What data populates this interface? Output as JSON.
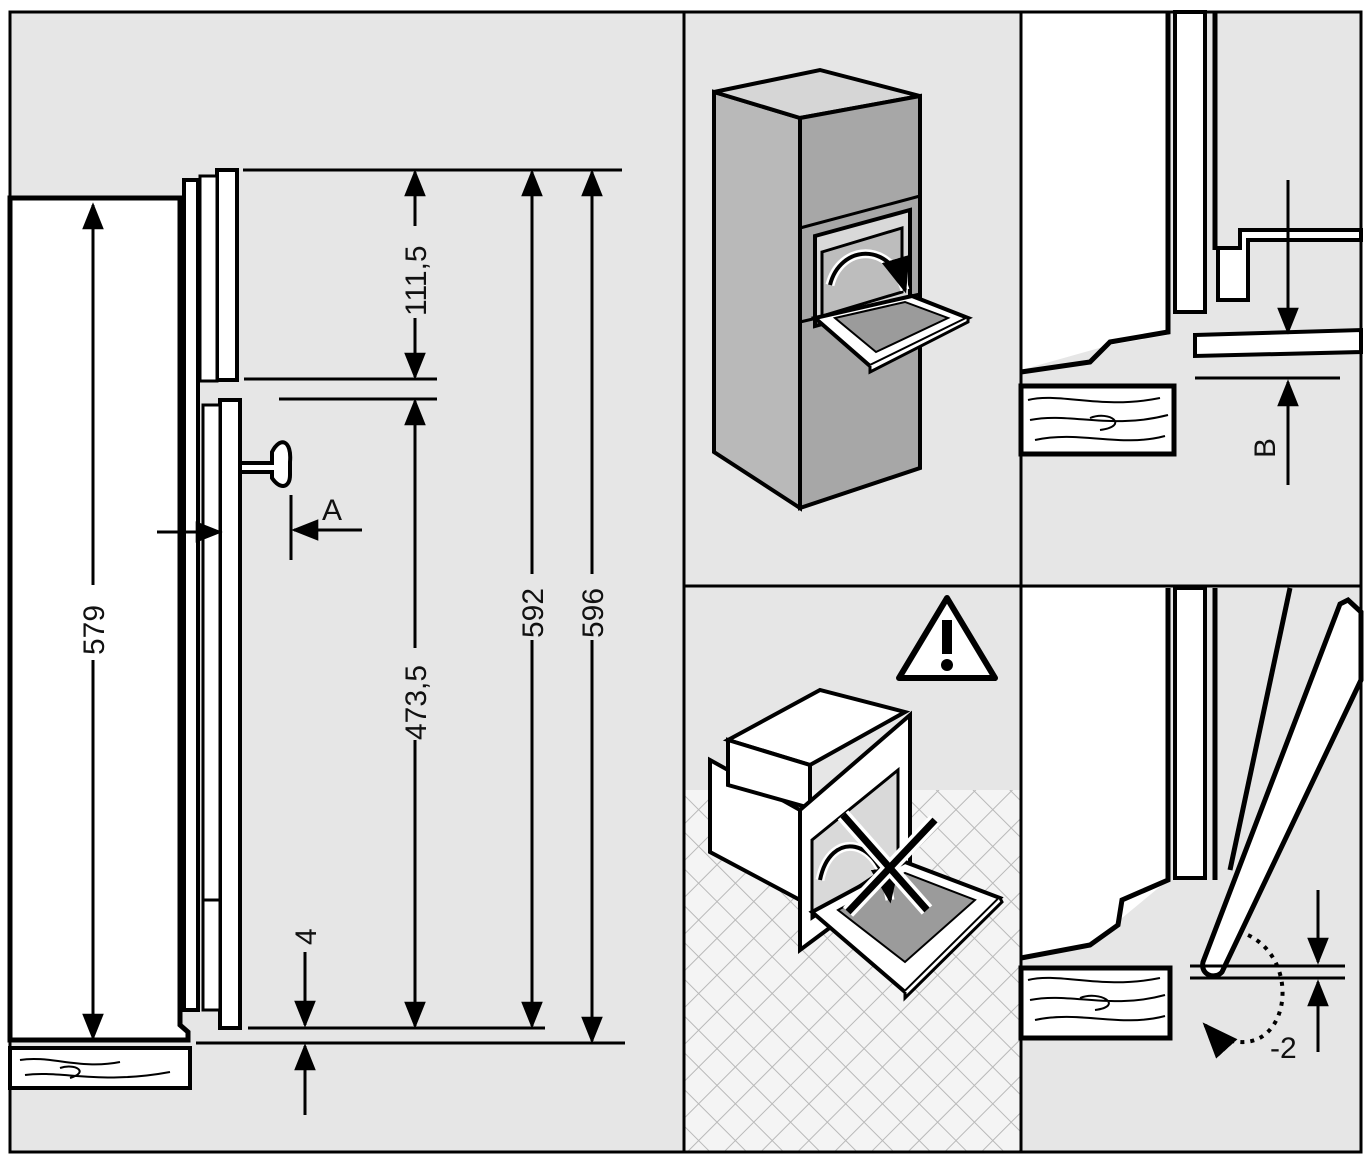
{
  "left_panel": {
    "dimensions": {
      "d579": "579",
      "d111_5": "111,5",
      "d473_5": "473,5",
      "d592": "592",
      "d596": "596",
      "d4": "4"
    },
    "label_a": "A"
  },
  "panel_b": {
    "label_b": "B"
  },
  "panel_minus2": {
    "label": "-2"
  },
  "colors": {
    "panel_bg": "#e6e6e6",
    "cabinet_fill": "#ffffff",
    "stroke": "#000000",
    "appliance_grey": "#a7a7a7",
    "door_inner_grey": "#9b9b9b"
  },
  "icons": {
    "warning": "warning-triangle-icon",
    "prohibited": "x-cross-icon"
  }
}
